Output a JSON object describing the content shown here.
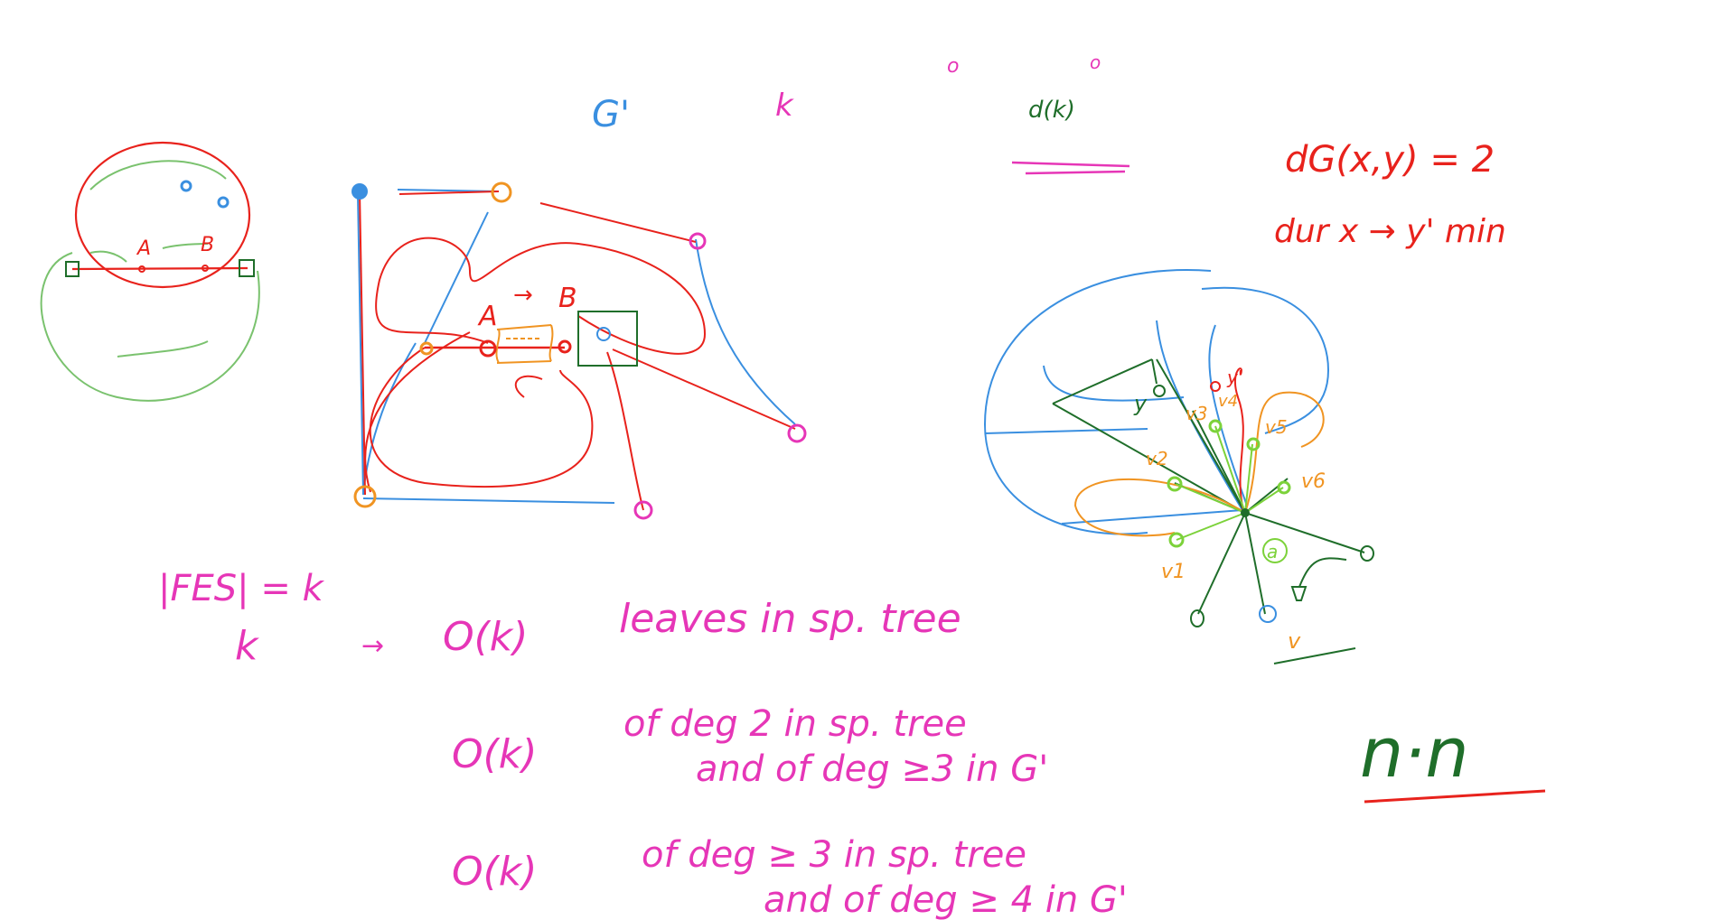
{
  "colors": {
    "red": "#e8221c",
    "blue": "#3a8fe0",
    "green": "#7ac26e",
    "darkgreen": "#1f6e2a",
    "orange": "#f09422",
    "magenta": "#e636b7",
    "lime": "#7cd23a"
  },
  "labels": {
    "g_prime_top": "G'",
    "k_top": "k",
    "circle_top_small": "o",
    "circle_top_small2": "o",
    "d_k_fragment": "d(k)",
    "dist_formula": "dG(x,y) = 2",
    "dur_text": "dur x → y' min",
    "circle_A": "A",
    "circle_B": "B",
    "mid_A": "A",
    "mid_B": "B",
    "mid_arrow": "→",
    "right_y": "y",
    "right_y1": "y'",
    "right_v1": "v1",
    "right_v2": "v2",
    "right_v3": "v3",
    "right_v4": "v4",
    "right_v5": "v5",
    "right_v6": "v6",
    "right_v": "v",
    "right_a": "a",
    "fes_eq": "|FES| = k",
    "k_arrow_lhs": "k",
    "arrow": "→",
    "ok_1": "O(k)",
    "leaves_text": "leaves   in sp. tree",
    "ok_2": "O(k)",
    "deg2_line1": "of deg 2 in sp. tree",
    "deg2_line2": "and of deg ≥3 in G'",
    "ok_3": "O(k)",
    "deg3_line1": "of deg ≥ 3 in sp. tree",
    "deg3_line2": "and of deg ≥ 4 in G'",
    "n_dot_n": "n·n"
  }
}
